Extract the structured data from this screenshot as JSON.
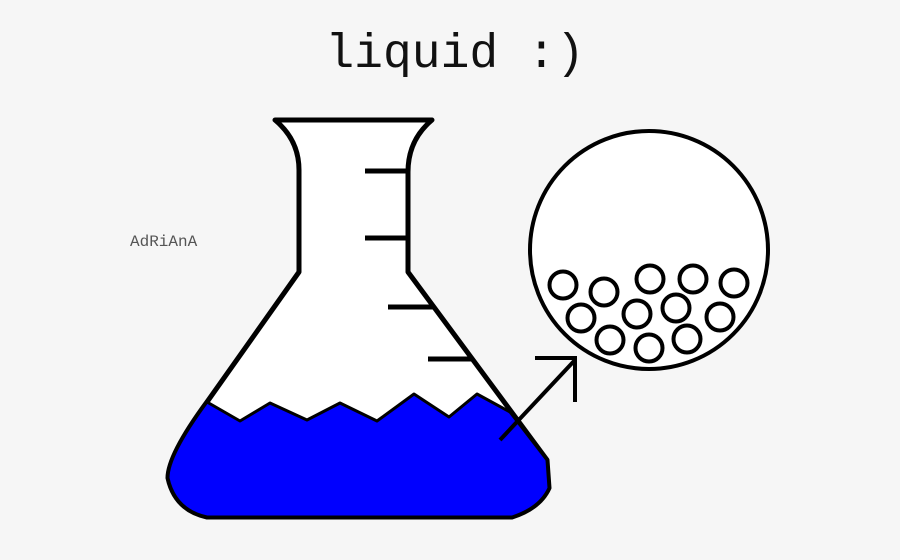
{
  "title": "liquid :)",
  "author": "AdRiAnA",
  "colors": {
    "liquid": "#0000ff",
    "outline": "#000000",
    "glass": "#ffffff"
  },
  "particles_in_magnifier": 12,
  "graduation_marks": 4
}
